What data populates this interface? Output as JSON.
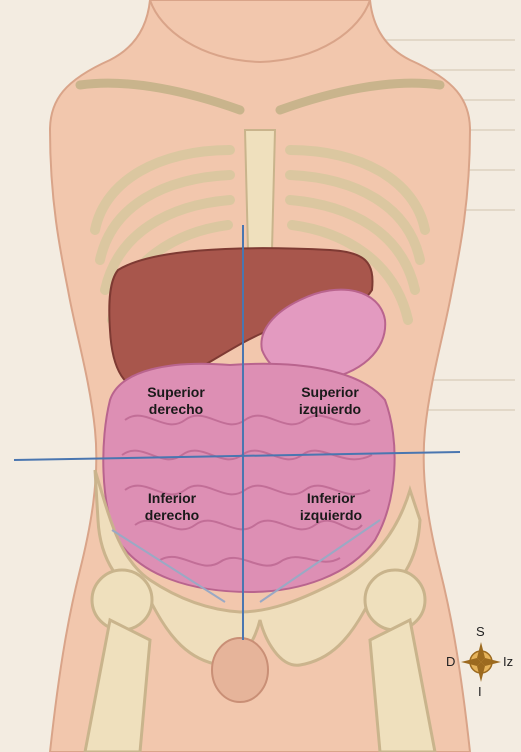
{
  "quadrants": [
    {
      "line1": "Superior",
      "line2": "derecho"
    },
    {
      "line1": "Superior",
      "line2": "izquierdo"
    },
    {
      "line1": "Inferior",
      "line2": "derecho"
    },
    {
      "line1": "Inferior",
      "line2": "izquierdo"
    }
  ],
  "compass": {
    "top": "S",
    "bottom": "I",
    "left": "D",
    "right": "Iz"
  },
  "colors": {
    "skin": "#f2c7ad",
    "skin_shadow": "#d9a489",
    "bone": "#efe0bd",
    "bone_edge": "#c9b48c",
    "liver": "#a8564c",
    "intestine": "#dd8fb4",
    "intestine_edge": "#b9648e",
    "divider_line": "#4a76b0",
    "page_background": "#f3ece1"
  }
}
